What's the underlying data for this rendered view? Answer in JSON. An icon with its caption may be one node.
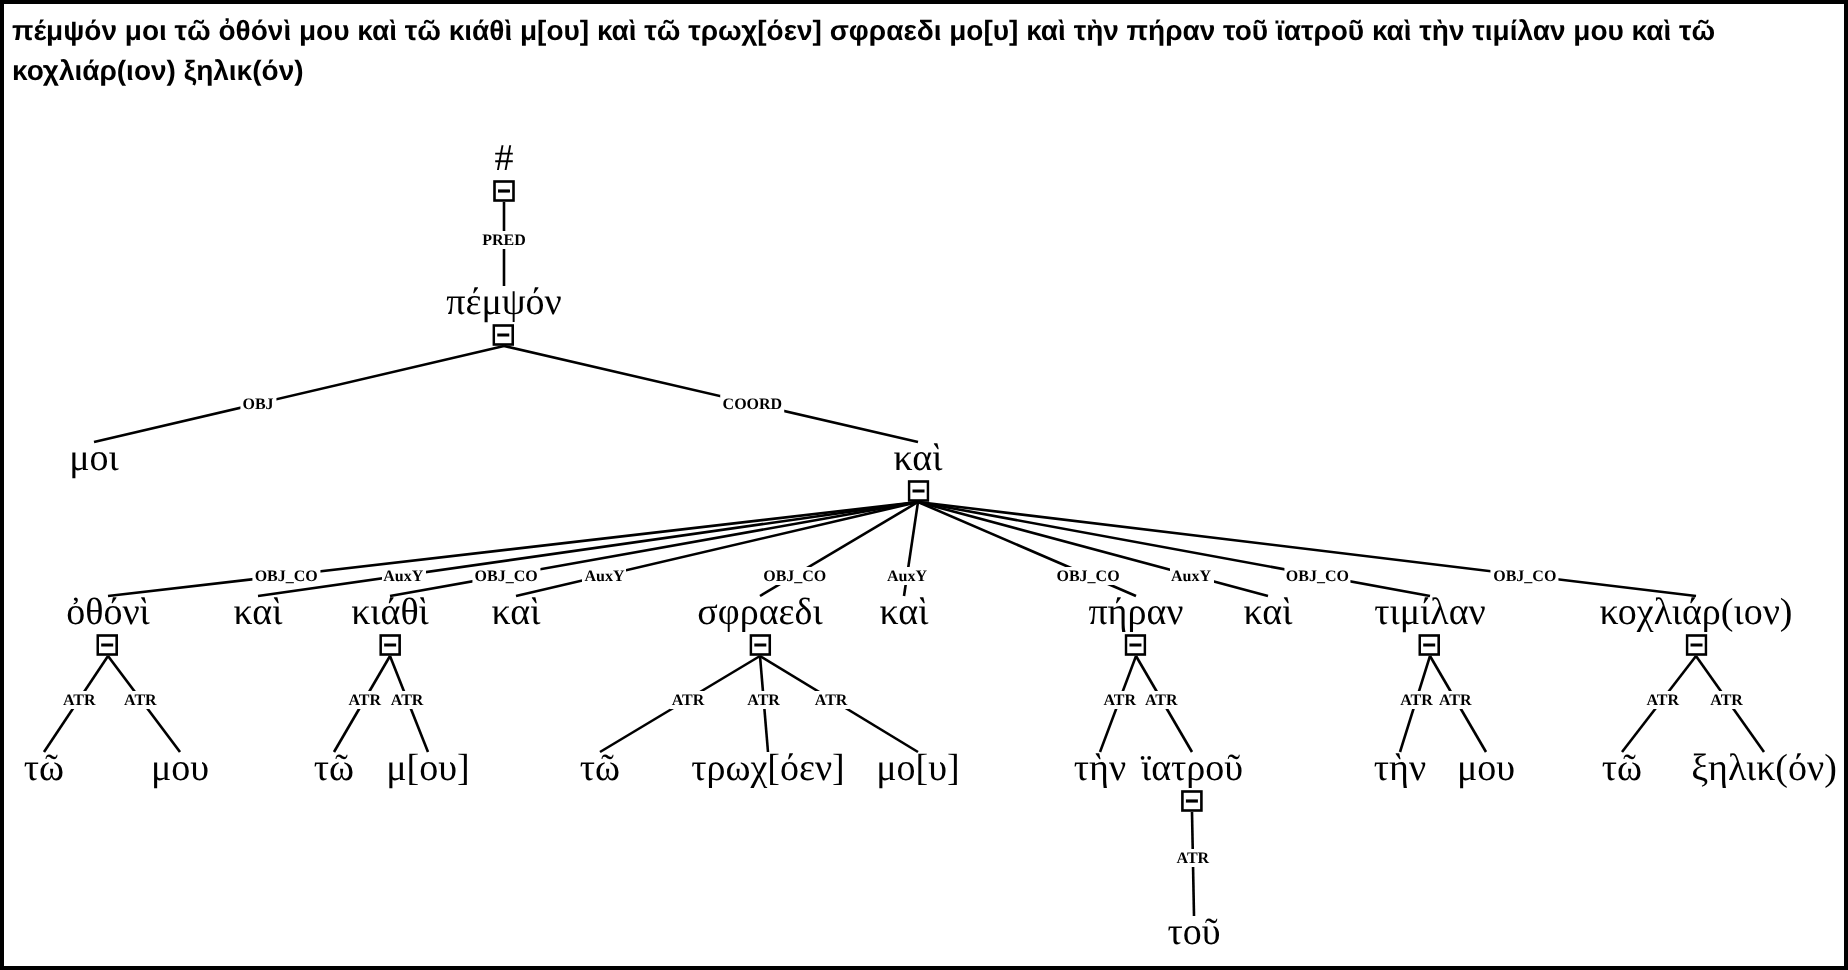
{
  "diagram": {
    "title": "πέμψόν μοι τῶ ὀθόνὶ μου καὶ τῶ κιάθὶ μ[ου] καὶ τῶ τρωχ[όεν] σφραεδι μο[υ] καὶ τὴν πήραν τοῦ ϊατροῦ καὶ τὴν τιμίλαν μου καὶ τῶ κοχλιάρ(ιον) ξηλικ(όν)",
    "nodes": [
      {
        "text": [
          "#"
        ]
      },
      {
        "text": [
          "πέμψόν"
        ]
      },
      {
        "text": [
          "μοι"
        ]
      },
      {
        "text": [
          "καὶ"
        ]
      },
      {
        "text": [
          "ὀθόνὶ"
        ]
      },
      {
        "text": [
          "καὶ"
        ]
      },
      {
        "text": [
          "κιάθὶ"
        ]
      },
      {
        "text": [
          "καὶ"
        ]
      },
      {
        "text": [
          "σφραεδι"
        ]
      },
      {
        "text": [
          "καὶ"
        ]
      },
      {
        "text": [
          "πήραν"
        ]
      },
      {
        "text": [
          "καὶ"
        ]
      },
      {
        "text": [
          "τιμίλαν"
        ]
      },
      {
        "text": [
          "κοχλιάρ(ιον)"
        ]
      },
      {
        "text": [
          "τῶ"
        ]
      },
      {
        "text": [
          "μου"
        ]
      },
      {
        "text": [
          "τῶ"
        ]
      },
      {
        "text": [
          "μ[ου]"
        ]
      },
      {
        "text": [
          "τῶ"
        ]
      },
      {
        "text": [
          "τρωχ[όεν]"
        ]
      },
      {
        "text": [
          "μο[υ]"
        ]
      },
      {
        "text": [
          "τὴν"
        ]
      },
      {
        "text": [
          "ϊατροῦ"
        ]
      },
      {
        "text": [
          "τὴν"
        ]
      },
      {
        "text": [
          "μου"
        ]
      },
      {
        "text": [
          "τῶ"
        ]
      },
      {
        "text": [
          "ξηλικ(όν)"
        ]
      },
      {
        "text": [
          "τοῦ"
        ]
      }
    ],
    "edges": [
      {
        "from": 0,
        "to": 1,
        "arrow": "none",
        "label": "PRED"
      },
      {
        "from": 1,
        "to": 2,
        "arrow": "none",
        "label": "OBJ"
      },
      {
        "from": 1,
        "to": 3,
        "arrow": "none",
        "label": "COORD"
      },
      {
        "from": 3,
        "to": 4,
        "arrow": "none",
        "label": "OBJ_CO"
      },
      {
        "from": 3,
        "to": 5,
        "arrow": "none",
        "label": "AuxY"
      },
      {
        "from": 3,
        "to": 6,
        "arrow": "none",
        "label": "OBJ_CO"
      },
      {
        "from": 3,
        "to": 7,
        "arrow": "none",
        "label": "AuxY"
      },
      {
        "from": 3,
        "to": 8,
        "arrow": "none",
        "label": "OBJ_CO"
      },
      {
        "from": 3,
        "to": 9,
        "arrow": "none",
        "label": "AuxY"
      },
      {
        "from": 3,
        "to": 10,
        "arrow": "none",
        "label": "OBJ_CO"
      },
      {
        "from": 3,
        "to": 11,
        "arrow": "none",
        "label": "AuxY"
      },
      {
        "from": 3,
        "to": 12,
        "arrow": "none",
        "label": "OBJ_CO"
      },
      {
        "from": 3,
        "to": 13,
        "arrow": "none",
        "label": "OBJ_CO"
      },
      {
        "from": 4,
        "to": 14,
        "arrow": "none",
        "label": "ATR"
      },
      {
        "from": 4,
        "to": 15,
        "arrow": "none",
        "label": "ATR"
      },
      {
        "from": 6,
        "to": 16,
        "arrow": "none",
        "label": "ATR"
      },
      {
        "from": 6,
        "to": 17,
        "arrow": "none",
        "label": "ATR"
      },
      {
        "from": 8,
        "to": 18,
        "arrow": "none",
        "label": "ATR"
      },
      {
        "from": 8,
        "to": 19,
        "arrow": "none",
        "label": "ATR"
      },
      {
        "from": 8,
        "to": 20,
        "arrow": "none",
        "label": "ATR"
      },
      {
        "from": 10,
        "to": 21,
        "arrow": "none",
        "label": "ATR"
      },
      {
        "from": 10,
        "to": 22,
        "arrow": "none",
        "label": "ATR"
      },
      {
        "from": 12,
        "to": 23,
        "arrow": "none",
        "label": "ATR"
      },
      {
        "from": 12,
        "to": 24,
        "arrow": "none",
        "label": "ATR"
      },
      {
        "from": 13,
        "to": 25,
        "arrow": "none",
        "label": "ATR"
      },
      {
        "from": 13,
        "to": 26,
        "arrow": "none",
        "label": "ATR"
      },
      {
        "from": 22,
        "to": 27,
        "arrow": "none",
        "label": "ATR"
      }
    ]
  }
}
